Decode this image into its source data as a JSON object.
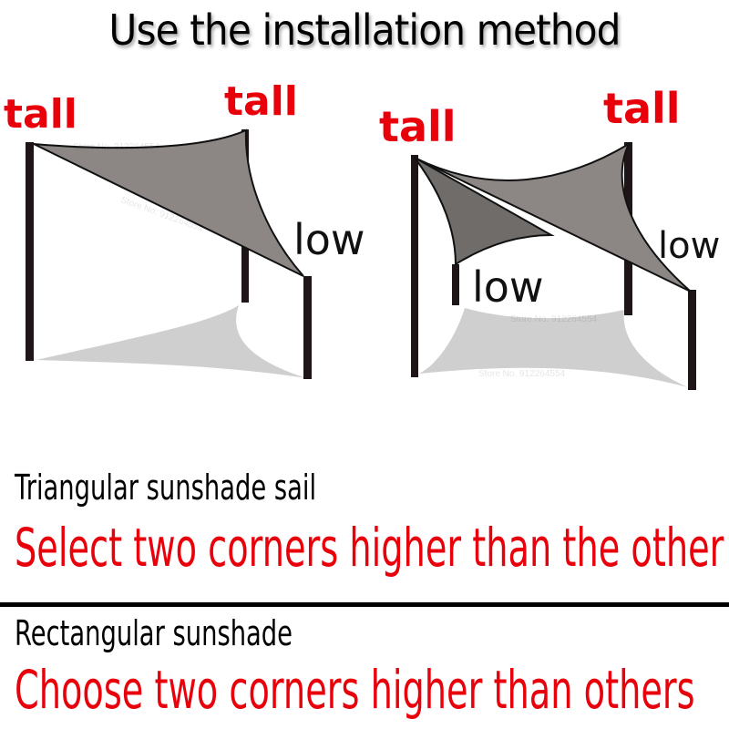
{
  "title": "Use the installation method",
  "diagrams": {
    "triangular": {
      "labels": {
        "tall_left": "tall",
        "tall_right": "tall",
        "low": "low"
      },
      "sail_color": "#8c8784",
      "shadow_color": "#cfcfcf"
    },
    "rectangular": {
      "labels": {
        "tall_left": "tall",
        "tall_right": "tall",
        "low_front": "low",
        "low_right": "low"
      },
      "sail_color": "#8c8784",
      "sail_dark_color": "#6f6c6a",
      "shadow_color": "#cfcfcf"
    },
    "pole_color": "#1e1616"
  },
  "sections": [
    {
      "heading": "Triangular sunshade sail",
      "instruction": "Select two corners higher than the other corner"
    },
    {
      "heading": "Rectangular sunshade",
      "instruction": "Choose two corners higher than others"
    }
  ],
  "watermark": "Store No. 912264554",
  "colors": {
    "accent_red": "#e8000b",
    "text_black": "#000000",
    "background": "#ffffff"
  }
}
